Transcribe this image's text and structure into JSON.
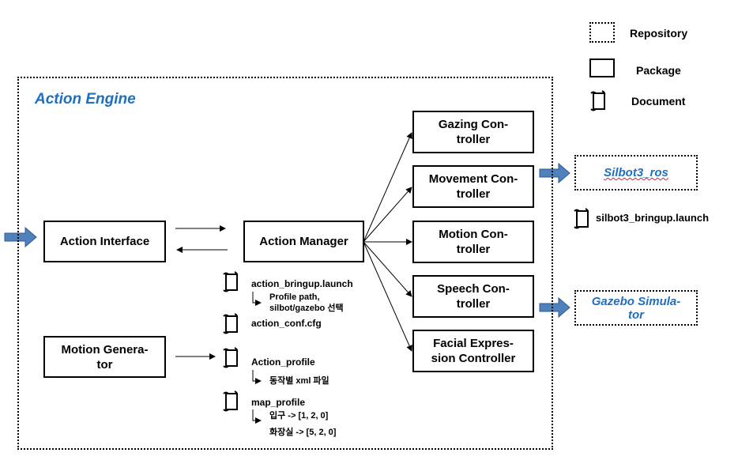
{
  "legend": {
    "repository": "Repository",
    "package": "Package",
    "document": "Document"
  },
  "engine": {
    "title": "Action Engine"
  },
  "packages": {
    "action_interface": "Action Interface",
    "action_manager": "Action Manager",
    "motion_generator_1": "Motion Genera-",
    "motion_generator_2": "tor",
    "gazing_1": "Gazing Con-",
    "gazing_2": "troller",
    "movement_1": "Movement Con-",
    "movement_2": "troller",
    "motion_1": "Motion Con-",
    "motion_2": "troller",
    "speech_1": "Speech Con-",
    "speech_2": "troller",
    "facial_1": "Facial Expres-",
    "facial_2": "sion Controller"
  },
  "repos": {
    "silbot": "Silbot3_ros",
    "gazebo_1": "Gazebo Simula-",
    "gazebo_2": "tor"
  },
  "docs": {
    "silbot_launch": "silbot3_bringup.launch",
    "action_bringup": "action_bringup.launch",
    "action_bringup_sub1": "Profile path,",
    "action_bringup_sub2": "silbot/gazebo  선택",
    "action_conf": "action_conf.cfg",
    "action_profile": "Action_profile",
    "action_profile_sub": "동작별  xml 파일",
    "map_profile": "map_profile",
    "map_profile_sub1": "입구  -> [1, 2, 0]",
    "map_profile_sub2": "화장실  -> [5, 2, 0]"
  },
  "colors": {
    "accent_text": "#1f6fc0",
    "arrow_fill": "#4f81bd",
    "arrow_stroke": "#2f5a8f"
  }
}
